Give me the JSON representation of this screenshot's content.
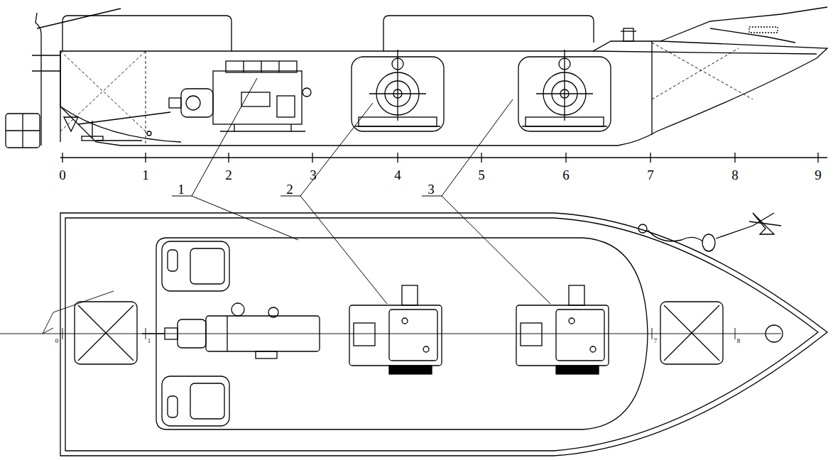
{
  "diagram": {
    "labels": [
      "0",
      "1",
      "2",
      "3",
      "4",
      "5",
      "6",
      "7",
      "8",
      "9",
      "1",
      "2",
      "3",
      "0",
      "1",
      "7",
      "8"
    ]
  }
}
